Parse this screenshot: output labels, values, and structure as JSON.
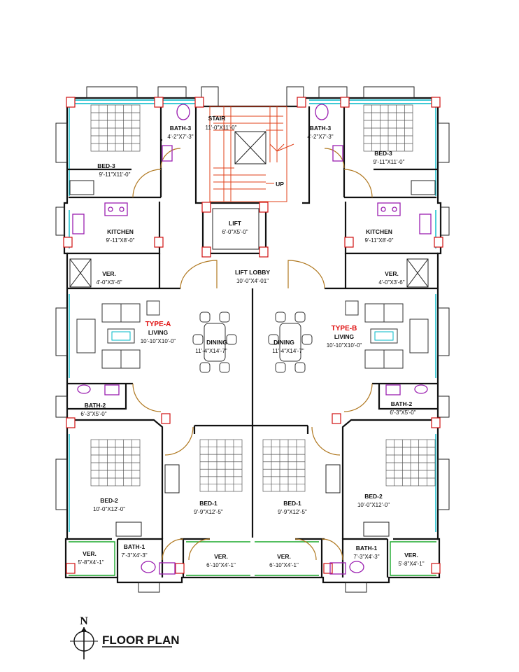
{
  "title": "FLOOR PLAN",
  "north_symbol": "N",
  "stair": {
    "name": "STAIR",
    "size": "11'-0\"X11'-0\"",
    "up": "UP"
  },
  "lift": {
    "name": "LIFT",
    "size": "6'-0\"X5'-0\""
  },
  "lift_lobby": {
    "name": "LIFT LOBBY",
    "size": "10'-0\"X4'-01\""
  },
  "units": {
    "a": {
      "type": "TYPE-A",
      "bath3": {
        "name": "BATH-3",
        "size": "4'-2\"X7'-3\""
      },
      "bed3": {
        "name": "BED-3",
        "size": "9'-11\"X11'-0\""
      },
      "kitchen": {
        "name": "KITCHEN",
        "size": "9'-11\"X8'-0\""
      },
      "ver_top": {
        "name": "VER.",
        "size": "4'-0\"X3'-6\""
      },
      "living": {
        "name": "LIVING",
        "size": "10'-10\"X10'-0\""
      },
      "dining": {
        "name": "DINING",
        "size": "11'-4\"X14'-7\""
      },
      "bath2": {
        "name": "BATH-2",
        "size": "6'-3\"X5'-0\""
      },
      "bed2": {
        "name": "BED-2",
        "size": "10'-0\"X12'-0\""
      },
      "bed1": {
        "name": "BED-1",
        "size": "9'-9\"X12'-5\""
      },
      "bath1": {
        "name": "BATH-1",
        "size": "7'-3\"X4'-3\""
      },
      "ver_left": {
        "name": "VER.",
        "size": "5'-8\"X4'-1\""
      },
      "ver_bed1": {
        "name": "VER.",
        "size": "6'-10\"X4'-1\""
      }
    },
    "b": {
      "type": "TYPE-B",
      "bath3": {
        "name": "BATH-3",
        "size": "4'-2\"X7'-3\""
      },
      "bed3": {
        "name": "BED-3",
        "size": "9'-11\"X11'-0\""
      },
      "kitchen": {
        "name": "KITCHEN",
        "size": "9'-11\"X8'-0\""
      },
      "ver_top": {
        "name": "VER.",
        "size": "4'-0\"X3'-6\""
      },
      "living": {
        "name": "LIVING",
        "size": "10'-10\"X10'-0\""
      },
      "dining": {
        "name": "DINING",
        "size": "11'-4\"X14'-7\""
      },
      "bath2": {
        "name": "BATH-2",
        "size": "6'-3\"X5'-0\""
      },
      "bed2": {
        "name": "BED-2",
        "size": "10'-0\"X12'-0\""
      },
      "bed1": {
        "name": "BED-1",
        "size": "9'-9\"X12'-5\""
      },
      "bath1": {
        "name": "BATH-1",
        "size": "7'-3\"X4'-3\""
      },
      "ver_right": {
        "name": "VER.",
        "size": "5'-8\"X4'-1\""
      },
      "ver_bed1": {
        "name": "VER.",
        "size": "6'-10\"X4'-1\""
      }
    }
  },
  "colors": {
    "wall": "#111111",
    "window": "#00b8c8",
    "balcony": "#1aa82a",
    "door": "#b07820",
    "stair": "#e0401a",
    "column": "#d01010",
    "fixture": "#9b1fb0",
    "type_label": "#e01010"
  }
}
